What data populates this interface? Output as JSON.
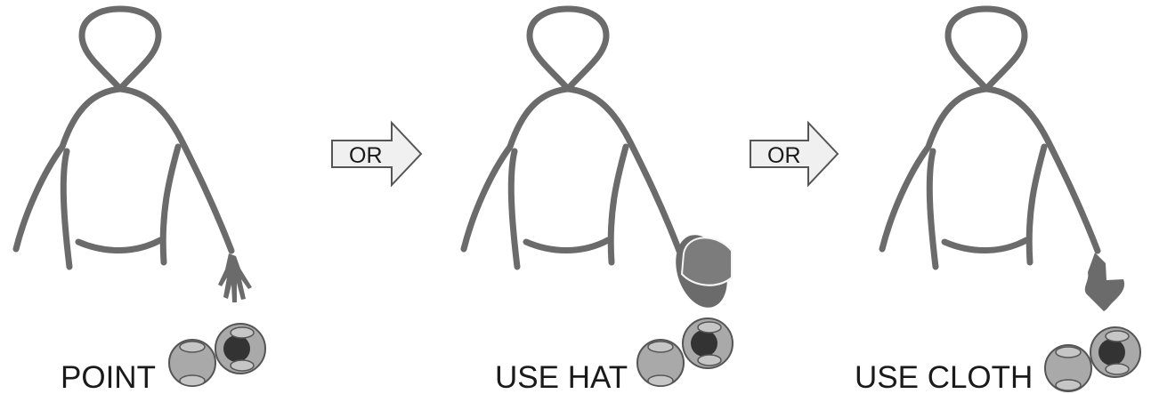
{
  "colors": {
    "figure": "#6b6b6b",
    "ball": "#a9a9a9",
    "ball_spot": "#333333",
    "arrow_fill": "#f0f0f0",
    "arrow_stroke": "#555555"
  },
  "panels": [
    {
      "caption": "POINT",
      "tool": "hand"
    },
    {
      "caption": "USE HAT",
      "tool": "hat"
    },
    {
      "caption": "USE CLOTH",
      "tool": "cloth"
    }
  ],
  "connectors": [
    {
      "label": "OR"
    },
    {
      "label": "OR"
    }
  ]
}
